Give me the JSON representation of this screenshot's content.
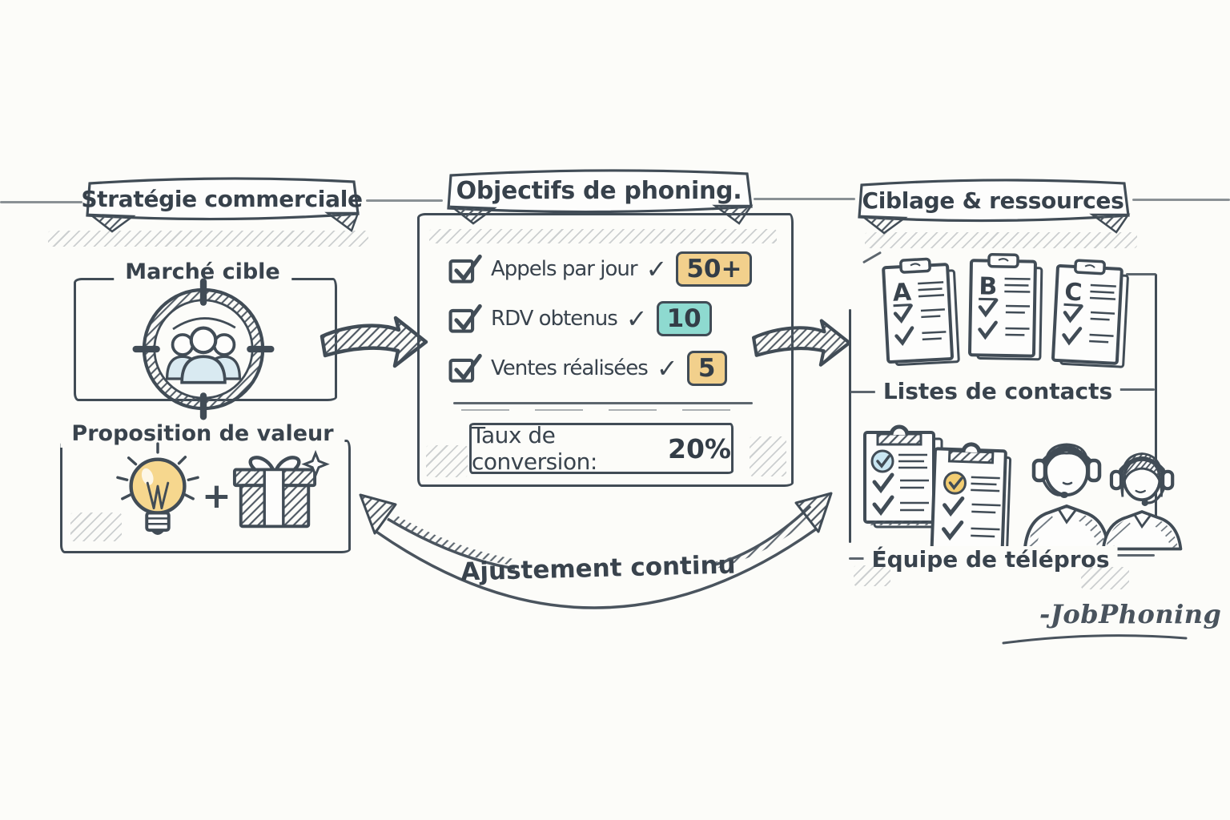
{
  "palette": {
    "ink": "#414c56",
    "paper": "#fcfcf9",
    "badge_yellow": "#f2d08c",
    "badge_teal": "#8edad0",
    "bulb": "#f6d78e",
    "people": "#d9eaf1",
    "check_circle_blue": "#c9e6f2",
    "check_circle_yellow": "#f3cd72"
  },
  "left": {
    "banner": "Stratégie commerciale",
    "market_label": "Marché cible",
    "value_label": "Proposition de valeur",
    "plus": "+"
  },
  "center": {
    "banner": "Objectifs de phoning.",
    "items": [
      {
        "label": "Appels par jour",
        "check": "✓",
        "value": "50+",
        "color": "#f2d08c"
      },
      {
        "label": "RDV obtenus",
        "check": "✓",
        "value": "10",
        "color": "#8edad0"
      },
      {
        "label": "Ventes réalisées",
        "check": "✓",
        "value": "5",
        "color": "#f2d08c"
      }
    ],
    "conversion_label": "Taux de conversion:",
    "conversion_value": "20%"
  },
  "right": {
    "banner": "Ciblage & ressources",
    "clipboard_letters": [
      "A",
      "B",
      "C"
    ],
    "lists_label": "Listes de contacts",
    "team_label": "Équipe de télépros"
  },
  "loop": {
    "label": "Ajustement continu"
  },
  "signature": {
    "text": "-JobPhoning"
  }
}
